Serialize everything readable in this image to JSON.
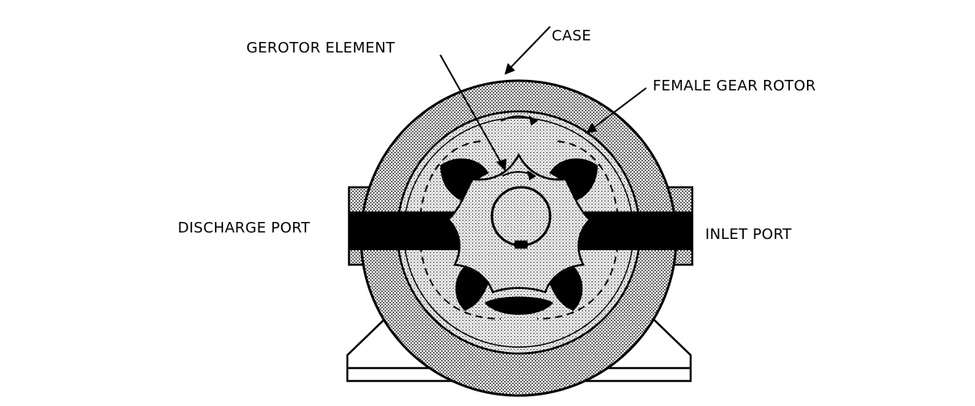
{
  "labels": {
    "gerotor_element": "GEROTOR ELEMENT",
    "case": "CASE",
    "female_gear_rotor": "FEMALE GEAR ROTOR",
    "discharge_port": "DISCHARGE PORT",
    "inlet_port": "INLET PORT"
  },
  "colors": {
    "ink": "#000000",
    "paper": "#ffffff",
    "stipple_light": "#cfcfcf",
    "stipple_dark": "#8a8a8a"
  }
}
